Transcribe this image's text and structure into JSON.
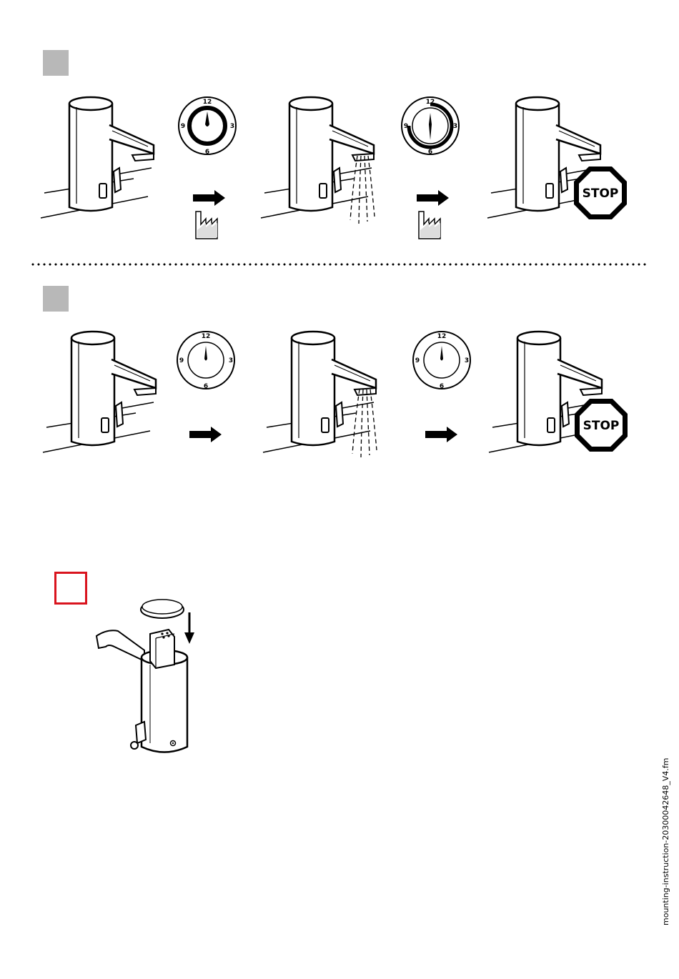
{
  "steps": {
    "row1_marker": "",
    "row2_marker": "",
    "row3_marker": ""
  },
  "clock": {
    "n12": "12",
    "n3": "3",
    "n6": "6",
    "n9": "9"
  },
  "stop_label": "STOP",
  "footer": {
    "filename": "mounting-instruction-20300042648_V4.fm"
  },
  "colors": {
    "step_marker": "#b8b8b8",
    "warning_marker": "#d9141e"
  },
  "icons": [
    "faucet-icon",
    "clock-icon",
    "arrow-right-icon",
    "factory-icon",
    "stop-sign-icon",
    "water-spray-icon",
    "arrow-down-icon",
    "cap-icon"
  ]
}
